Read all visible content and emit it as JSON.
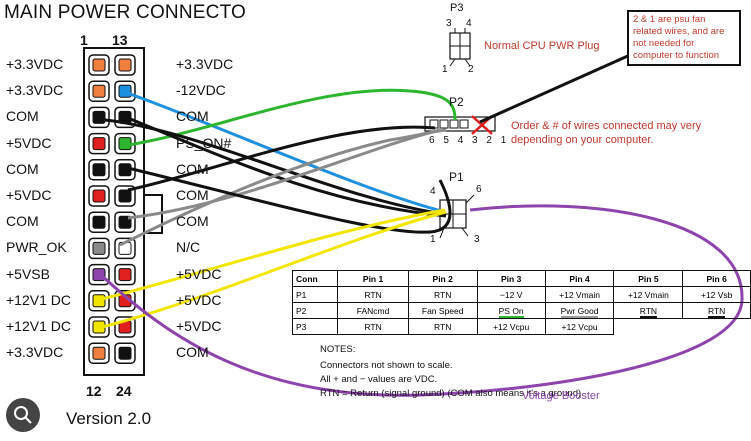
{
  "title": "MAIN POWER CONNECTO",
  "pin_numbers": {
    "top_left": "1",
    "top_right": "13",
    "bottom_left": "12",
    "bottom_right": "24"
  },
  "left_labels": [
    "+3.3VDC",
    "+3.3VDC",
    "COM",
    "+5VDC",
    "COM",
    "+5VDC",
    "COM",
    "PWR_OK",
    "+5VSB",
    "+12V1 DC",
    "+12V1 DC",
    "+3.3VDC"
  ],
  "right_labels": [
    "+3.3VDC",
    "-12VDC",
    "COM",
    "PS_ON#",
    "COM",
    "COM",
    "COM",
    "N/C",
    "+5VDC",
    "+5VDC",
    "+5VDC",
    "COM"
  ],
  "version": "Version 2.0",
  "p3": {
    "label": "P3",
    "pins_top": [
      "3",
      "4"
    ],
    "pins_bottom": [
      "1",
      "2"
    ],
    "caption": "Normal CPU PWR Plug"
  },
  "p2": {
    "label": "P2",
    "pins": [
      "6",
      "5",
      "4",
      "3",
      "2",
      "1"
    ],
    "caption": "Order & # of wires connected may very depending on your computer."
  },
  "p1": {
    "label": "P1",
    "pins": [
      "4",
      "6",
      "1",
      "3"
    ]
  },
  "callout": "2 & 1 are psu fan related wires, and are not needed for computer to function",
  "table": {
    "headers": [
      "Conn",
      "Pin 1",
      "Pin 2",
      "Pin 3",
      "Pin 4",
      "Pin 5",
      "Pin 6"
    ],
    "rows": [
      [
        "P1",
        "RTN",
        "RTN",
        "−12 V",
        "+12 Vmain",
        "+12 Vmain",
        "+12 Vsb"
      ],
      [
        "P2",
        "FANcmd",
        "Fan Speed",
        "PS On",
        "Pwr Good",
        "RTN",
        "RTN"
      ],
      [
        "P3",
        "RTN",
        "RTN",
        "+12 Vcpu",
        "+12 Vcpu",
        "",
        ""
      ]
    ]
  },
  "notes": [
    "NOTES:",
    "Connectors not shown to scale.",
    "All + and − values are VDC.",
    "RTN = Return (signal ground)   (COM also means it's a ground)"
  ],
  "booster_label": "Voltage Booster",
  "colors": {
    "green": "#2db52d",
    "blue": "#1e90e0",
    "black": "#111111",
    "gray": "#8a8a8a",
    "yellow": "#f2e600",
    "purple": "#8e44ad",
    "red": "#e01f1f",
    "orange": "#f08040"
  }
}
